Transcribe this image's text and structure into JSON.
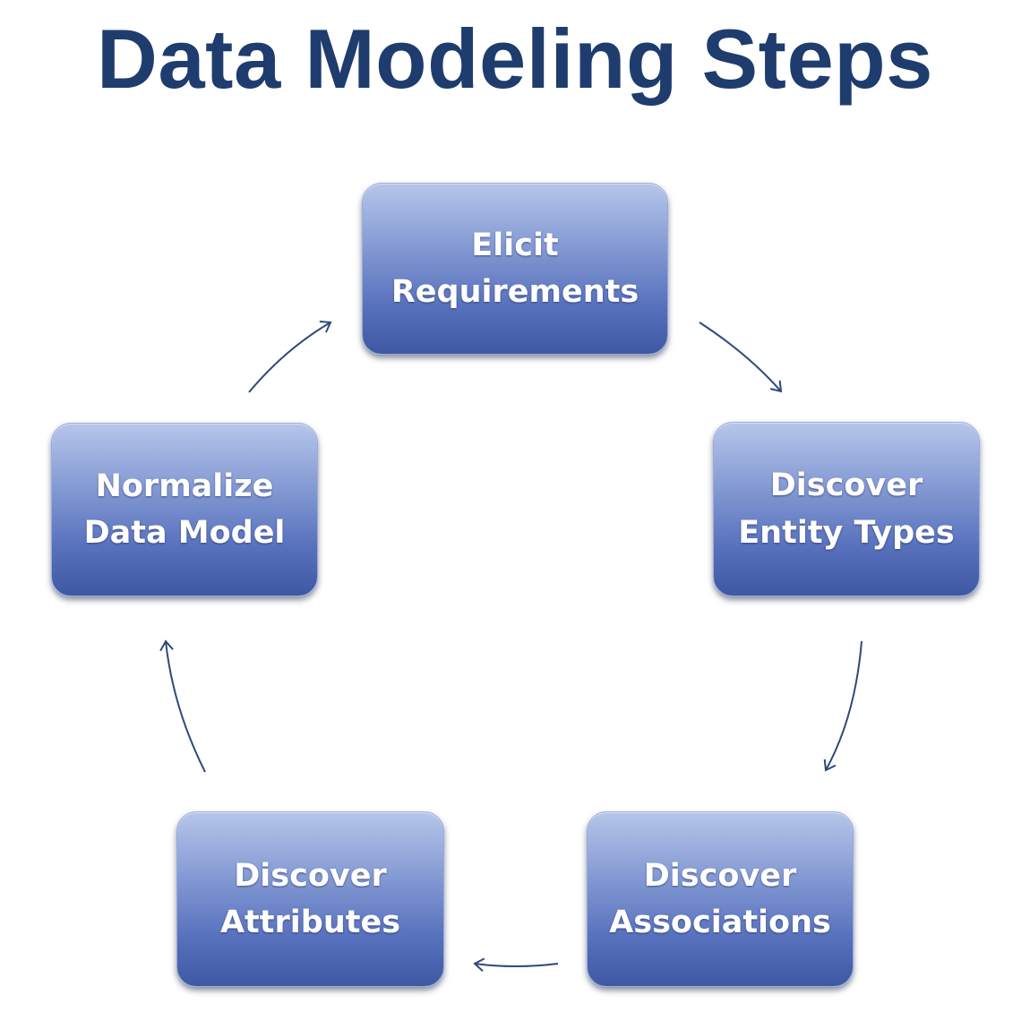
{
  "title": "Data Modeling Steps",
  "accent_color": "#1f3c6e",
  "arrow_color": "#2e4a7a",
  "steps": [
    {
      "label": "Elicit\nRequirements"
    },
    {
      "label": "Discover\nEntity Types"
    },
    {
      "label": "Discover\nAssociations"
    },
    {
      "label": "Discover\nAttributes"
    },
    {
      "label": "Normalize\nData Model"
    }
  ]
}
